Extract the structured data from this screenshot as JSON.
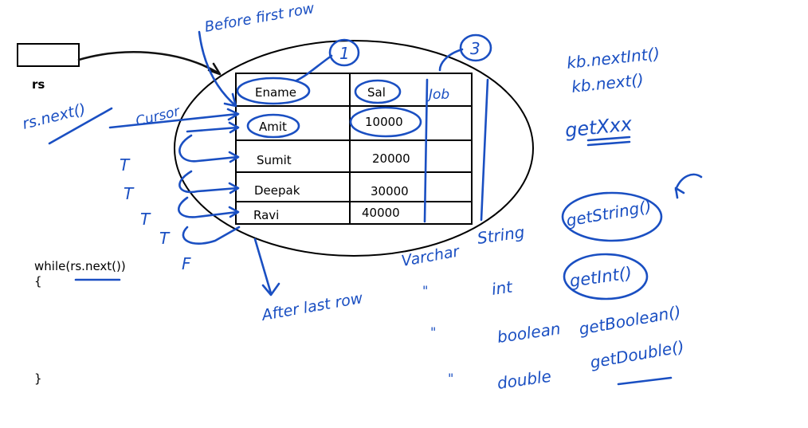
{
  "table": {
    "headers": [
      "Ename",
      "Sal",
      "Job"
    ],
    "rows": [
      {
        "ename": "Amit",
        "sal": "10000"
      },
      {
        "ename": "Sumit",
        "sal": "20000"
      },
      {
        "ename": "Deepak",
        "sal": "30000"
      },
      {
        "ename": "Ravi",
        "sal": "40000"
      }
    ]
  },
  "resultset_label": "rs",
  "code": {
    "loop": "while(rs.next())",
    "open_brace": "{",
    "close_brace": "}"
  },
  "annotations": {
    "before_first_row": "Before first row",
    "after_last_row": "After last row",
    "cursor": "Cursor",
    "rs_next": "rs.next()",
    "circle_1": "1",
    "circle_3": "3",
    "kb_nextint": "kb.nextInt()",
    "kb_next": "kb.next()",
    "getxxx": "getXxx",
    "flags": [
      "T",
      "T",
      "T",
      "T",
      "F"
    ],
    "types": [
      "Varchar",
      "\"",
      "\"",
      "\""
    ],
    "java_types": [
      "String",
      "int",
      "boolean",
      "double"
    ],
    "getters": [
      "getString()",
      "getInt()",
      "getBoolean()",
      "getDouble()"
    ]
  },
  "colors": {
    "ink": "#1a4fc2",
    "text": "#000000"
  }
}
